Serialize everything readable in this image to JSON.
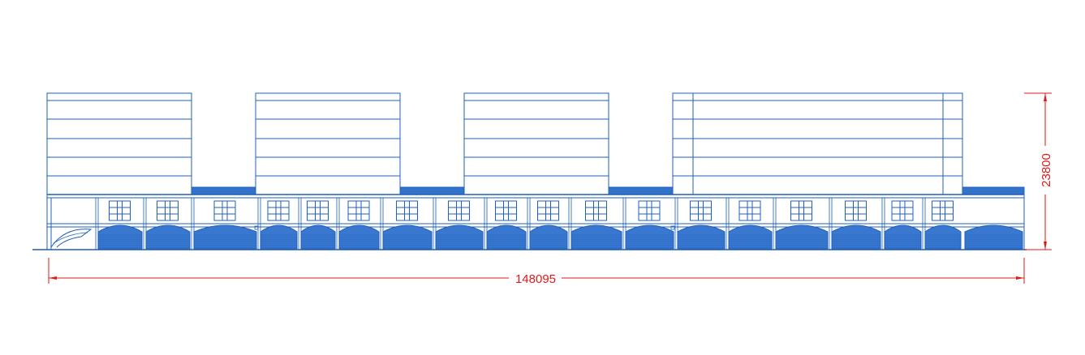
{
  "drawing": {
    "colors": {
      "building_line": "#1f5fb8",
      "building_fill": "#3a78d0",
      "dimension": "#e01818",
      "background": "#ffffff"
    },
    "tower_count": 4,
    "bay_count": 19,
    "dimensions": {
      "overall_width": "148095",
      "overall_height": "23800"
    }
  }
}
